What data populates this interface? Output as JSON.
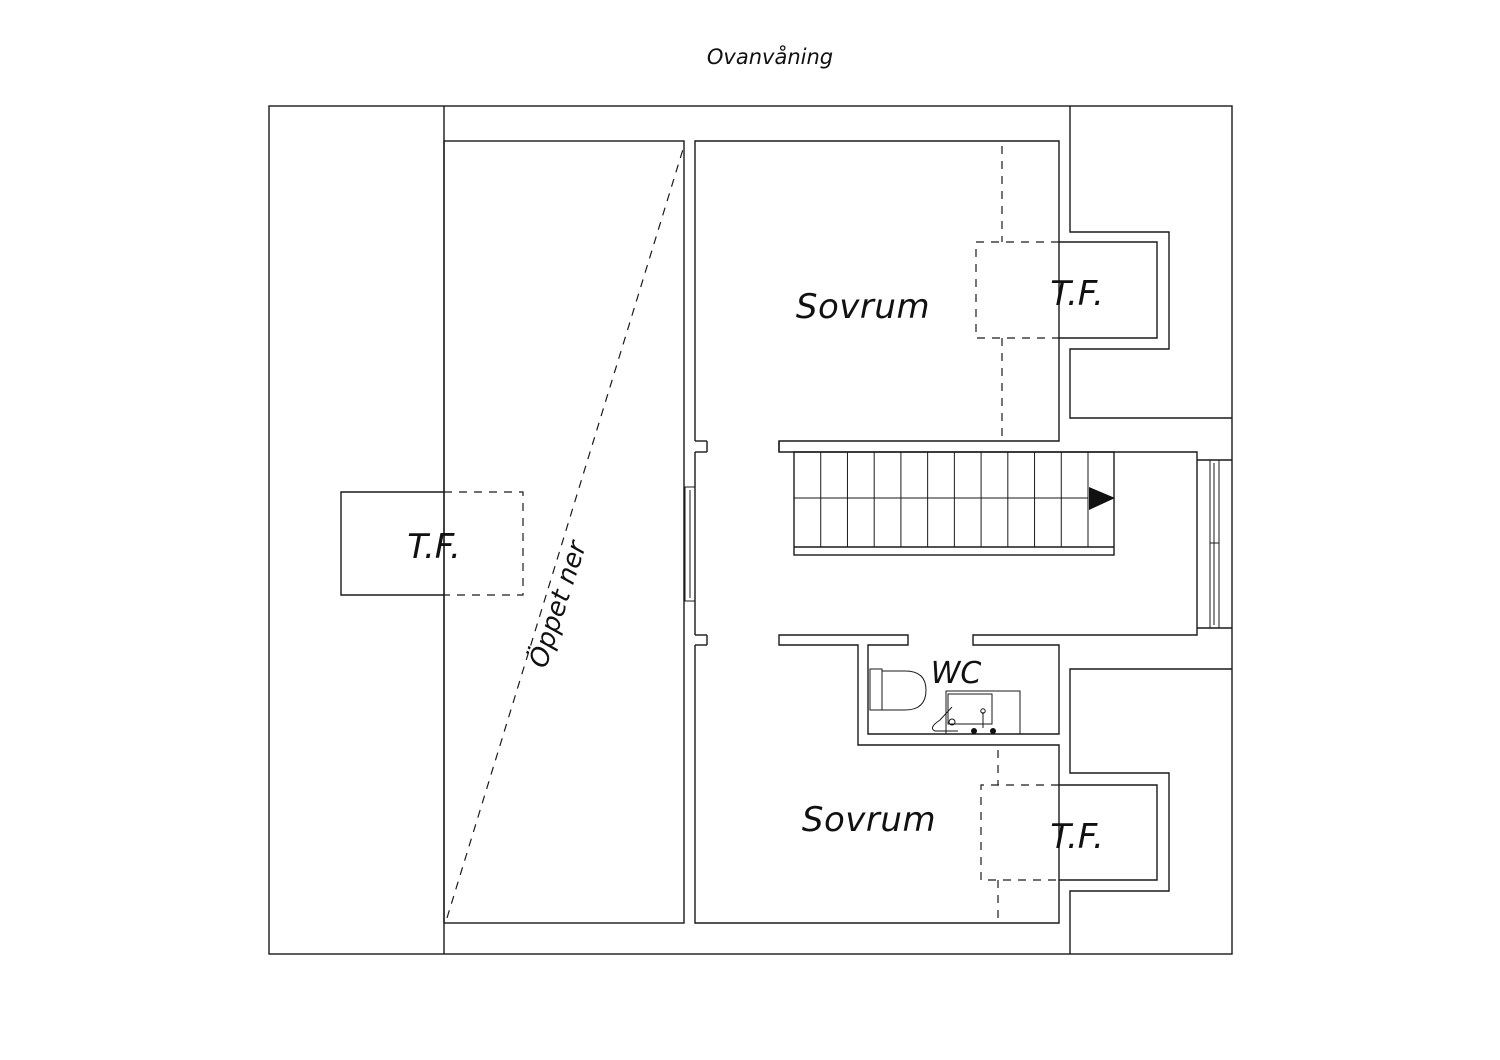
{
  "floor_title": "Ovanvåning",
  "rooms": {
    "bedroom_upper": "Sovrum",
    "bedroom_lower": "Sovrum",
    "wc": "WC"
  },
  "storage": {
    "left": "T.F.",
    "upper_right": "T.F.",
    "lower_right": "T.F."
  },
  "open_below": "Öppet ner"
}
